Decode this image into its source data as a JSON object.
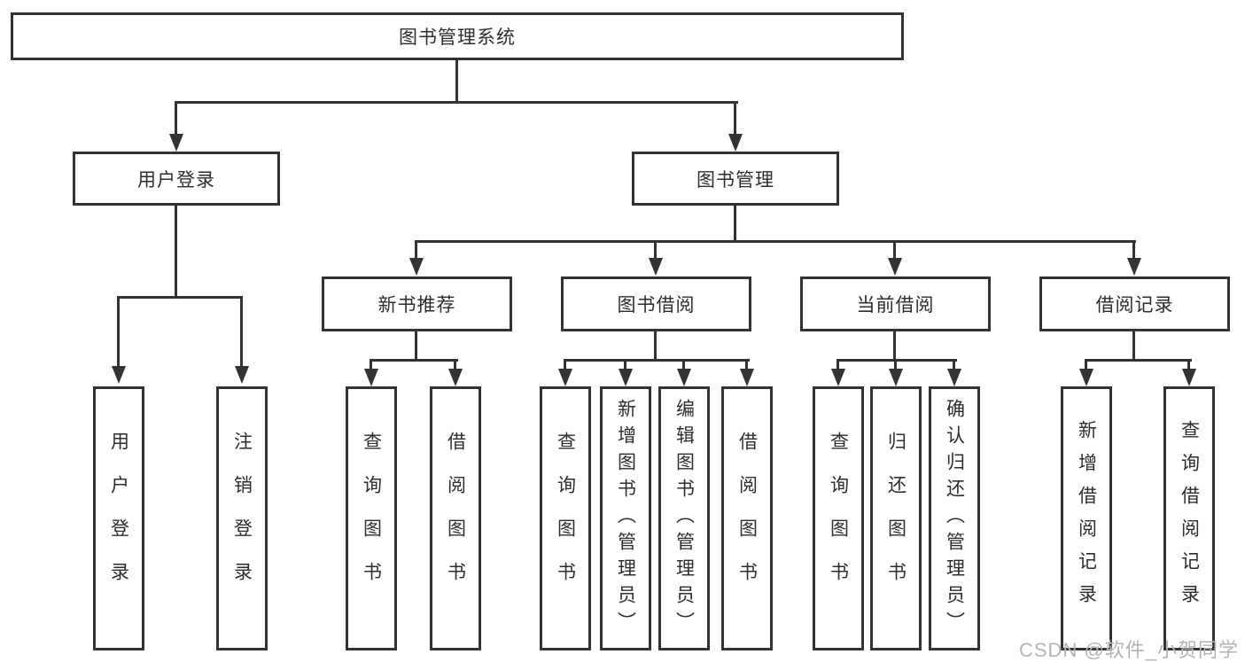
{
  "tree": {
    "root": {
      "label": "图书管理系统"
    },
    "level2": [
      {
        "label": "用户登录"
      },
      {
        "label": "图书管理"
      }
    ],
    "login_children": [
      {
        "label": "用户登录"
      },
      {
        "label": "注销登录"
      }
    ],
    "groups": [
      {
        "label": "新书推荐",
        "children": [
          {
            "label": "查询图书"
          },
          {
            "label": "借阅图书"
          }
        ]
      },
      {
        "label": "图书借阅",
        "children": [
          {
            "label": "查询图书"
          },
          {
            "label": "新增图书（管理员）"
          },
          {
            "label": "编辑图书（管理员）"
          },
          {
            "label": "借阅图书"
          }
        ]
      },
      {
        "label": "当前借阅",
        "children": [
          {
            "label": "查询图书"
          },
          {
            "label": "归还图书"
          },
          {
            "label": "确认归还（管理员）"
          }
        ]
      },
      {
        "label": "借阅记录",
        "children": [
          {
            "label": "新增借阅记录"
          },
          {
            "label": "查询借阅记录"
          }
        ]
      }
    ]
  },
  "watermark": {
    "text": "CSDN @软件_小贺同学",
    "color": "#b3b3b3"
  },
  "colors": {
    "line": "#333333",
    "border": "#333333",
    "text": "#2d2d2d",
    "background": "#ffffff"
  }
}
